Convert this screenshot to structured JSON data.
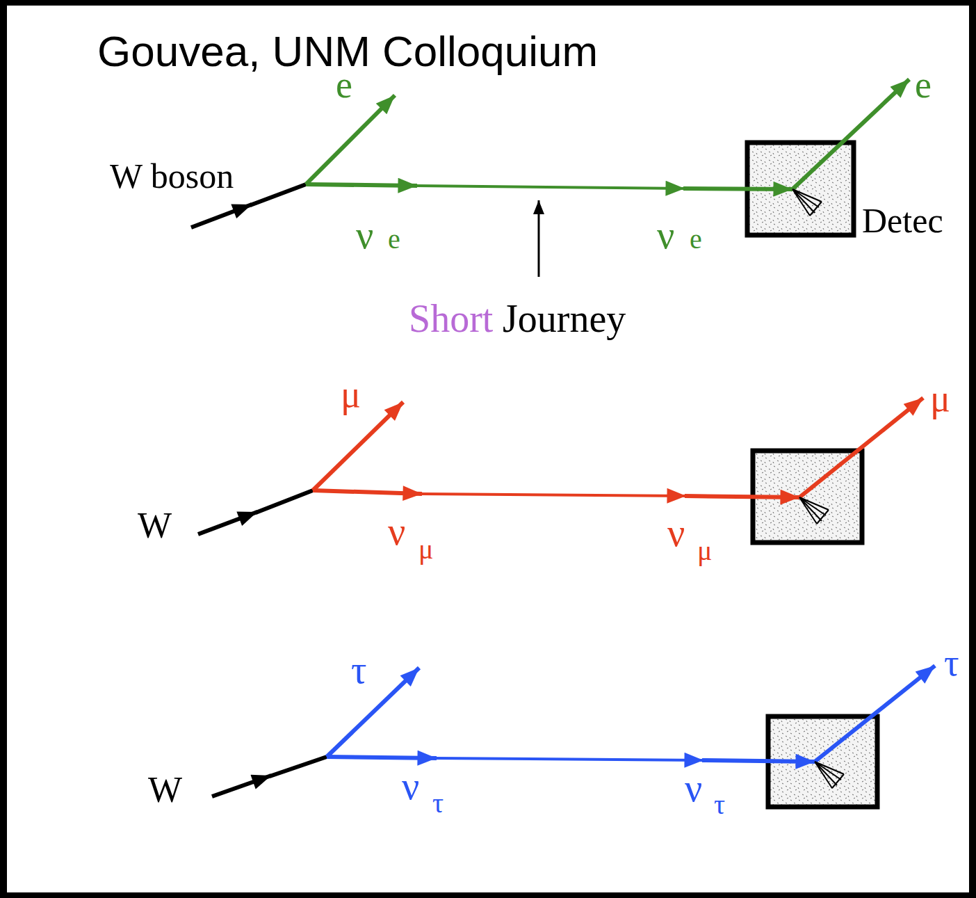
{
  "diagram": {
    "title": "Gouvea, UNM Colloquium",
    "labels": [
      "e",
      "W boson",
      "ν",
      "e",
      "ν",
      "e",
      "e",
      "Detec",
      "Short",
      "Journey",
      "μ",
      "W",
      "ν",
      "μ",
      "ν",
      "μ",
      "μ",
      "τ",
      "W",
      "ν",
      "τ",
      "ν",
      "τ",
      "τ"
    ]
  }
}
